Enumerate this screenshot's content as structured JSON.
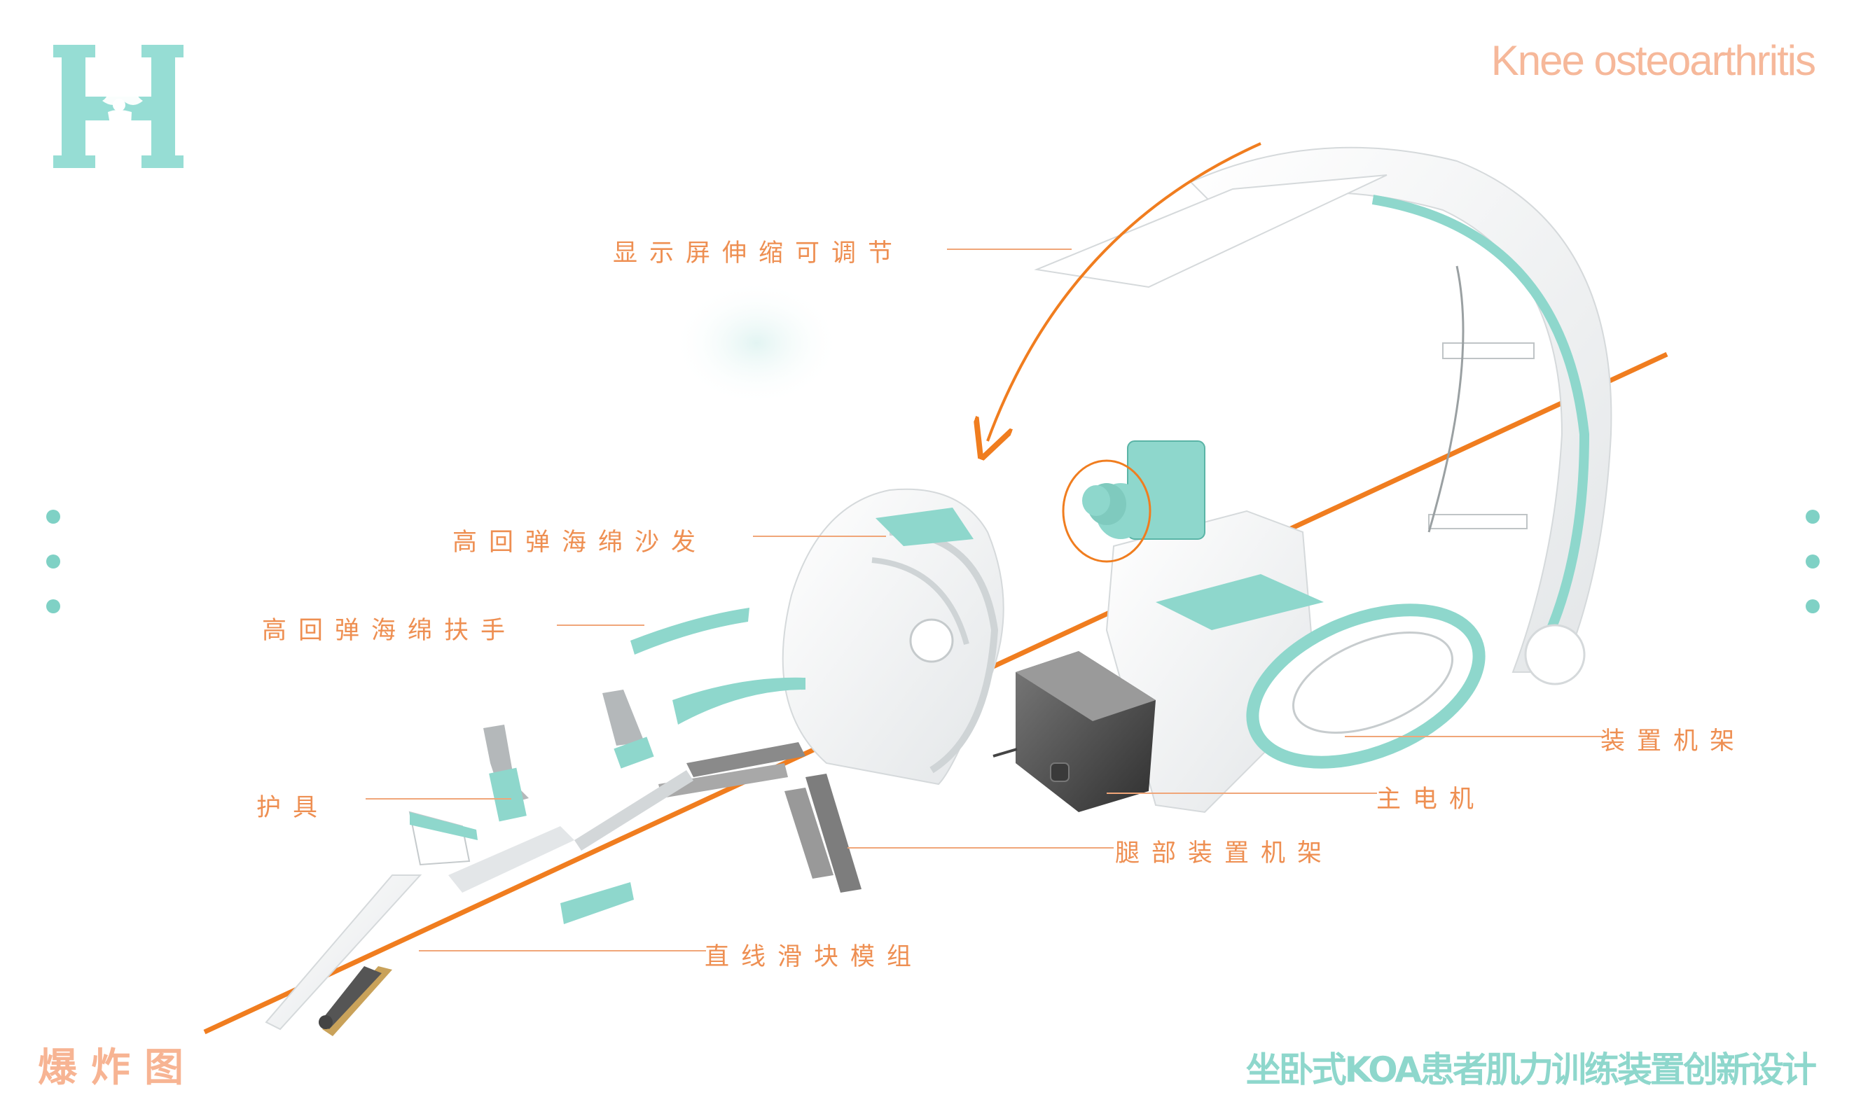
{
  "header": {
    "logo_icon": "knee-joint-H-logo",
    "english_title": "Knee osteoarthritis"
  },
  "labels": {
    "display_adjust": "显示屏伸缩可调节",
    "sofa": "高回弹海绵沙发",
    "armrest": "高回弹海绵扶手",
    "brace": "护具",
    "device_frame": "装置机架",
    "main_motor": "主电机",
    "leg_frame": "腿部装置机架",
    "linear_slide": "直线滑块模组"
  },
  "footer": {
    "view_name": "爆炸图",
    "project_title": "坐卧式KOA患者肌力训练装置创新设计"
  },
  "colors": {
    "accent_teal": "#8ed7cc",
    "accent_orange": "#ee8f52",
    "axis_orange": "#f07d1f"
  }
}
